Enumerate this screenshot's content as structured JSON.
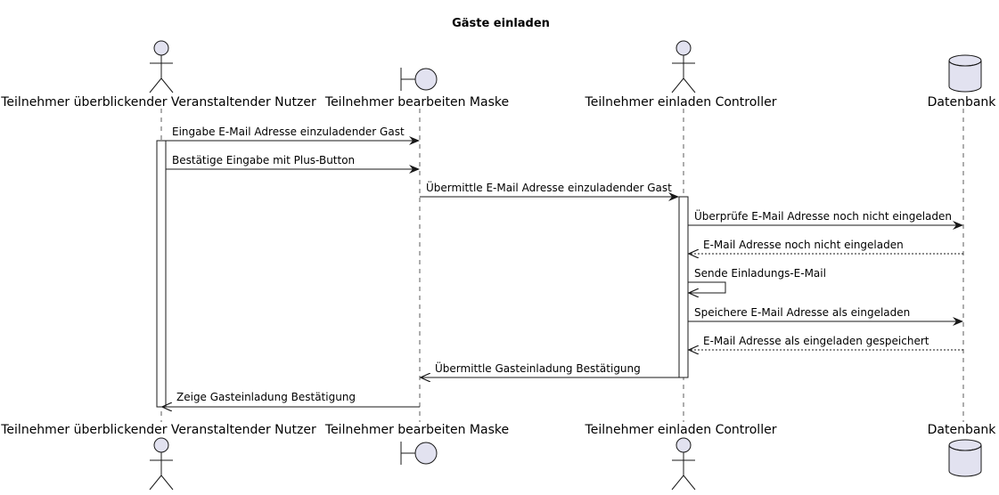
{
  "title": "Gäste einladen",
  "colors": {
    "background": "#ffffff",
    "participant_fill": "#e2e2f0",
    "line": "#181818",
    "lifeline": "#181818",
    "activation_fill": "#ffffff"
  },
  "participants": [
    {
      "id": "user",
      "name": "Teilnehmer überblickender Veranstaltender Nutzer",
      "kind": "actor",
      "icon": "actor-icon"
    },
    {
      "id": "mask",
      "name": "Teilnehmer bearbeiten Maske",
      "kind": "boundary",
      "icon": "boundary-icon"
    },
    {
      "id": "ctrl",
      "name": "Teilnehmer einladen Controller",
      "kind": "actor",
      "icon": "actor-icon"
    },
    {
      "id": "db",
      "name": "Datenbank",
      "kind": "database",
      "icon": "database-icon"
    }
  ],
  "messages": [
    {
      "from": "user",
      "to": "mask",
      "label": "Eingabe E-Mail Adresse einzuladender Gast",
      "style": "solid"
    },
    {
      "from": "user",
      "to": "mask",
      "label": "Bestätige Eingabe mit Plus-Button",
      "style": "solid"
    },
    {
      "from": "mask",
      "to": "ctrl",
      "label": "Übermittle E-Mail Adresse einzuladender Gast",
      "style": "solid"
    },
    {
      "from": "ctrl",
      "to": "db",
      "label": "Überprüfe E-Mail Adresse noch nicht eingeladen",
      "style": "solid"
    },
    {
      "from": "db",
      "to": "ctrl",
      "label": "E-Mail Adresse noch nicht eingeladen",
      "style": "dashed"
    },
    {
      "from": "ctrl",
      "to": "ctrl",
      "label": "Sende Einladungs-E-Mail",
      "style": "solid"
    },
    {
      "from": "ctrl",
      "to": "db",
      "label": "Speichere E-Mail Adresse als eingeladen",
      "style": "solid"
    },
    {
      "from": "db",
      "to": "ctrl",
      "label": "E-Mail Adresse als eingeladen gespeichert",
      "style": "dashed"
    },
    {
      "from": "ctrl",
      "to": "mask",
      "label": "Übermittle Gasteinladung Bestätigung",
      "style": "solid"
    },
    {
      "from": "mask",
      "to": "user",
      "label": "Zeige Gasteinladung Bestätigung",
      "style": "solid"
    }
  ]
}
